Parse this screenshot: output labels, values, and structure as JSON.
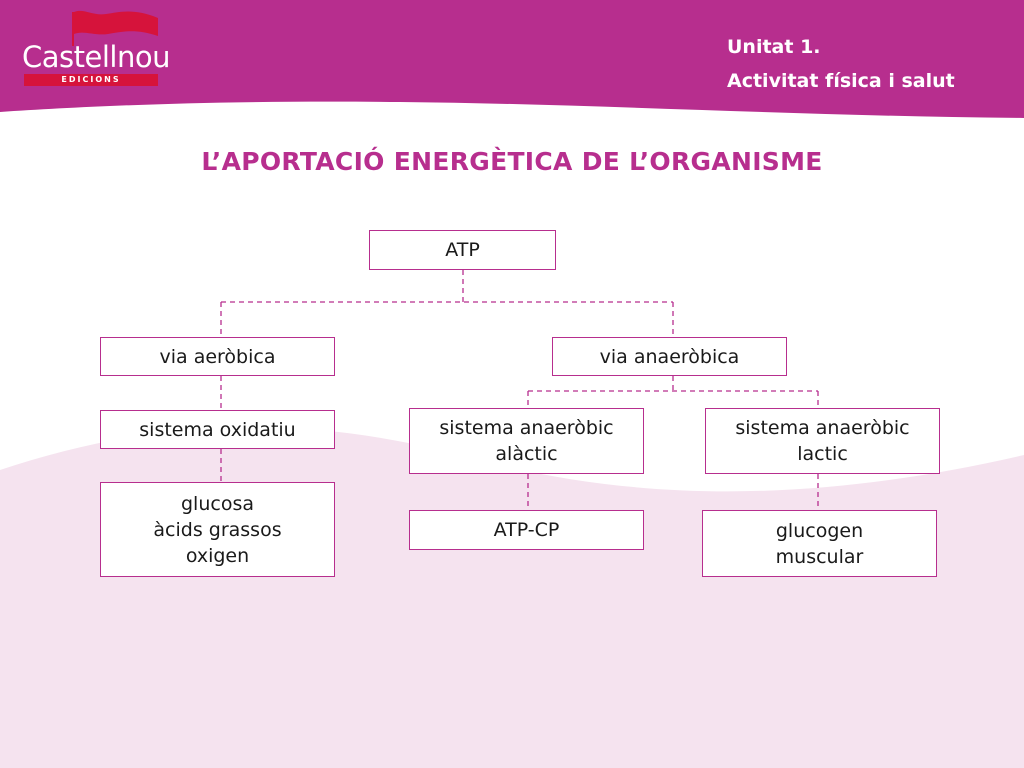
{
  "colors": {
    "header": "#b72e8e",
    "wave": "#f5e3ef",
    "accent": "#b72e8e",
    "logo_red": "#d6133b"
  },
  "logo": {
    "name": "Castellnou",
    "sub": "EDICIONS"
  },
  "header": {
    "unit": "Unitat 1.",
    "subject": "Activitat física i salut"
  },
  "title": "L’APORTACIÓ ENERGÈTICA DE L’ORGANISME",
  "diagram": {
    "atp": "ATP",
    "aerobic": "via aeròbica",
    "anaerobic": "via anaeròbica",
    "oxidative": "sistema oxidatiu",
    "alactic": [
      "sistema anaeròbic",
      "alàctic"
    ],
    "lactic": [
      "sistema anaeròbic",
      "lactic"
    ],
    "fuels": [
      "glucosa",
      "àcids grassos",
      "oxigen"
    ],
    "atpcp": "ATP-CP",
    "glycogen": [
      "glucogen",
      "muscular"
    ]
  }
}
